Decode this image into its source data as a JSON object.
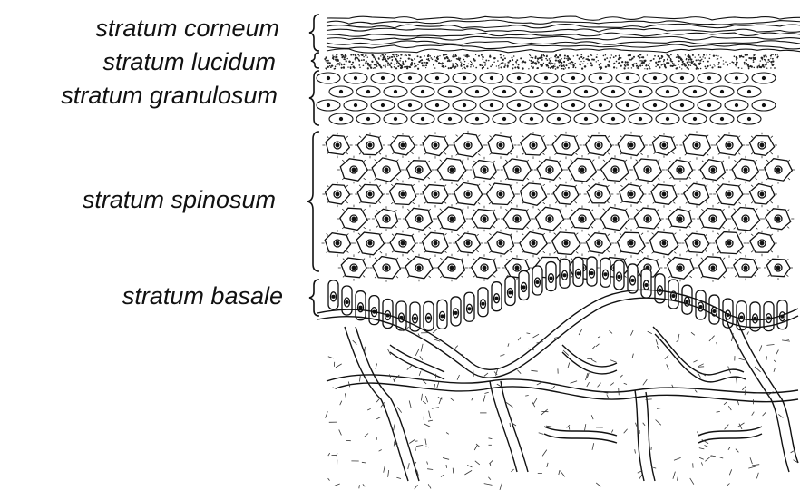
{
  "labels": {
    "corneum": "stratum corneum",
    "lucidum": "stratum lucidum",
    "granulosum": "stratum granulosum",
    "spinosum": "stratum spinosum",
    "basale": "stratum basale"
  },
  "colors": {
    "ink": "#111111",
    "background": "#ffffff"
  }
}
